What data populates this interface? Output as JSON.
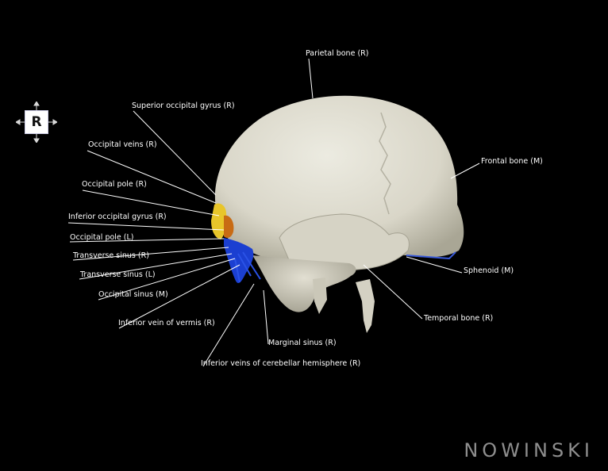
{
  "orientation": {
    "letter": "R"
  },
  "brand": {
    "text": "NOWINSKI"
  },
  "labels": {
    "parietal_bone": "Parietal bone (R)",
    "superior_occipital_gyrus": "Superior occipital gyrus (R)",
    "occipital_veins": "Occipital veins (R)",
    "frontal_bone": "Frontal bone (M)",
    "occipital_pole_r": "Occipital pole (R)",
    "inferior_occipital_gyrus": "Inferior occipital gyrus (R)",
    "occipital_pole_l": "Occipital pole (L)",
    "transverse_sinus_r": "Transverse sinus (R)",
    "transverse_sinus_l": "Transverse sinus (L)",
    "occipital_sinus": "Occipital sinus (M)",
    "sphenoid": "Sphenoid (M)",
    "inferior_vein_vermis": "Inferior vein of vermis (R)",
    "temporal_bone": "Temporal bone (R)",
    "marginal_sinus": "Marginal sinus (R)",
    "inferior_veins_cerebellar": "Inferior veins of cerebellar hemisphere (R)"
  },
  "colors": {
    "background": "#000000",
    "bone": "#e3e0d3",
    "gyrus": "#e8c52a",
    "pole": "#c86b14",
    "sinus": "#1b3fd1",
    "label": "#ffffff"
  }
}
